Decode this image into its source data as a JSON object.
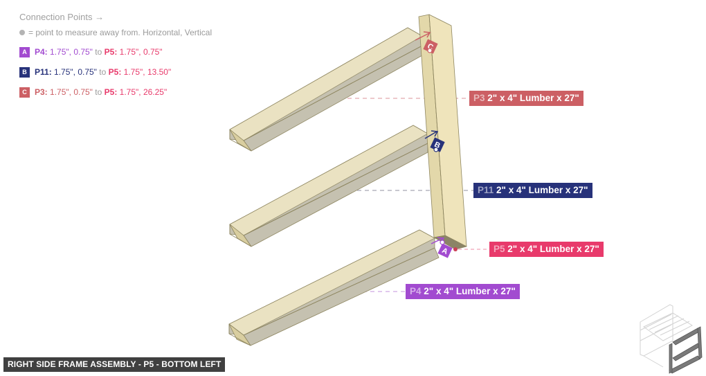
{
  "legend": {
    "title": "Connection Points →",
    "note": "= point to measure away from. Horizontal, Vertical",
    "connections": [
      {
        "badge": "A",
        "color": "#a24bd0",
        "from_part": "P4:",
        "from_value": "1.75\", 0.75\"",
        "to_word": "to",
        "to_part": "P5:",
        "to_value": "1.75\", 0.75\""
      },
      {
        "badge": "B",
        "color": "#27327a",
        "from_part": "P11:",
        "from_value": "1.75\", 0.75\"",
        "to_word": "to",
        "to_part": "P5:",
        "to_value": "1.75\", 13.50\""
      },
      {
        "badge": "C",
        "color": "#cc5f64",
        "from_part": "P3:",
        "from_value": "1.75\", 0.75\"",
        "to_word": "to",
        "to_part": "P5:",
        "to_value": "1.75\", 26.25\""
      }
    ],
    "to_part_color": "#e83a6b"
  },
  "parts": [
    {
      "id": "P3",
      "label": "2\" x 4\" Lumber  x 27\"",
      "color": "#cc5f64"
    },
    {
      "id": "P11",
      "label": "2\" x 4\" Lumber  x 27\"",
      "color": "#27327a"
    },
    {
      "id": "P5",
      "label": "2\" x 4\" Lumber  x 27\"",
      "color": "#e83a6b"
    },
    {
      "id": "P4",
      "label": "2\" x 4\" Lumber  x 27\"",
      "color": "#a24bd0"
    }
  ],
  "markers": [
    {
      "letter": "C",
      "color": "#cc5f64"
    },
    {
      "letter": "B",
      "color": "#27327a"
    },
    {
      "letter": "A",
      "color": "#a24bd0"
    }
  ],
  "caption": "RIGHT SIDE FRAME ASSEMBLY - P5 - BOTTOM LEFT",
  "colors": {
    "wood_top": "#f1e8c6",
    "wood_side": "#e6dbb0",
    "wood_shade": "#c5c1b0",
    "wood_end": "#d9cea0",
    "edge": "#8e8660"
  }
}
